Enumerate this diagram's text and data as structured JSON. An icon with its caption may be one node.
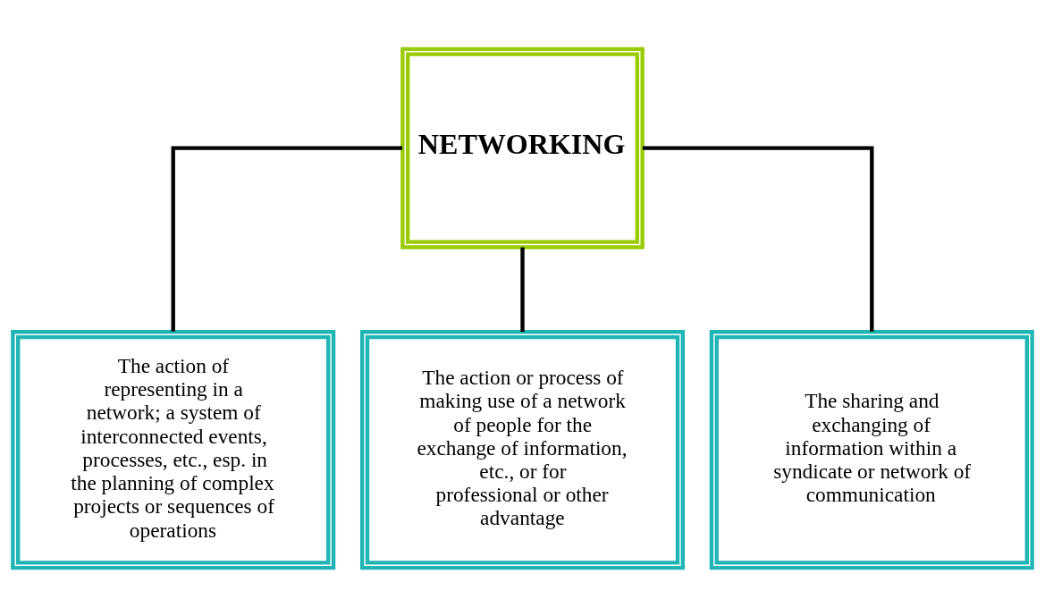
{
  "diagram": {
    "nodes": [
      {
        "text": [
          "NETWORKING"
        ]
      },
      {
        "text": [
          "The action of representing in a network; a system of interconnected events, processes, etc., esp. in the planning of complex projects or sequences of operations"
        ]
      },
      {
        "text": [
          "The action or process of making use of a network of people for the exchange of information, etc., or for professional or other advantage"
        ]
      },
      {
        "text": [
          "The sharing and exchanging of information within a syndicate or network of communication"
        ]
      }
    ],
    "edges": [
      {
        "from": 0,
        "to": 1,
        "arrow": "none"
      },
      {
        "from": 0,
        "to": 2,
        "arrow": "none"
      },
      {
        "from": 0,
        "to": 3,
        "arrow": "none"
      }
    ]
  }
}
